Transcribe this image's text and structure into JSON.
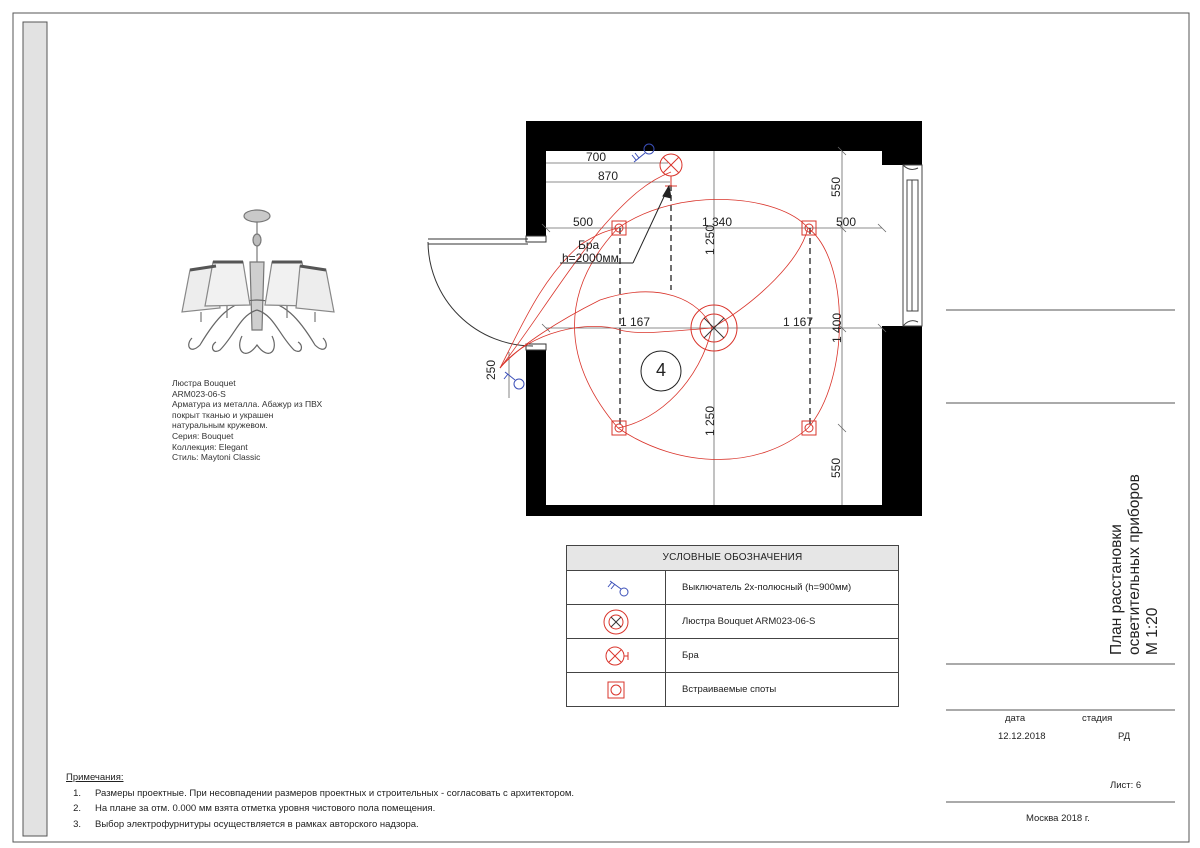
{
  "product": {
    "lines": [
      "Люстра Bouquet",
      "ARM023-06-S",
      "Арматура из металла. Абажур из ПВХ",
      "покрыт тканью и украшен",
      "натуральным кружевом.",
      "Серия: Bouquet",
      "Коллекция: Elegant",
      "Стиль: Maytoni Classic"
    ]
  },
  "plan": {
    "room_number": "4",
    "dimensions": {
      "d700": "700",
      "d870": "870",
      "d500_left": "500",
      "d1340": "1 340",
      "d500_right": "500",
      "d550_top": "550",
      "d1250_top": "1 250",
      "d1167_left": "1 167",
      "d1167_right": "1 167",
      "d1400": "1 400",
      "d1250_bottom": "1 250",
      "d550_bottom": "550",
      "d250": "250"
    },
    "callout": {
      "label": "Бра",
      "height": "h=2000мм"
    }
  },
  "legend": {
    "title": "УСЛОВНЫЕ ОБОЗНАЧЕНИЯ",
    "items": [
      {
        "icon": "switch-icon",
        "label": "Выключатель 2х-полюсный (h=900мм)"
      },
      {
        "icon": "chandelier-icon",
        "label": "Люстра Bouquet ARM023-06-S"
      },
      {
        "icon": "sconce-icon",
        "label": "Бра"
      },
      {
        "icon": "spotlight-icon",
        "label": "Встраиваемые споты"
      }
    ]
  },
  "notes": {
    "title": "Примечания:",
    "items": [
      {
        "num": "1.",
        "text": "Размеры проектные. При несовпадении размеров проектных и строительных - согласовать с архитектором."
      },
      {
        "num": "2.",
        "text": "На плане за отм. 0.000 мм взята отметка уровня чистового пола помещения."
      },
      {
        "num": "3.",
        "text": "Выбор электрофурнитуры осуществляется в рамках авторского надзора."
      }
    ]
  },
  "title_block": {
    "title_lines": [
      "План расстановки",
      "осветительных приборов",
      "М 1:20"
    ],
    "date_label": "дата",
    "stage_label": "стадия",
    "date_value": "12.12.2018",
    "stage_value": "РД",
    "sheet_label": "Лист: 6",
    "city_year": "Москва 2018 г."
  },
  "colors": {
    "fixture_red": "#d9342b",
    "switch_blue": "#3b4fb8",
    "wall_black": "#000000",
    "frame_gray": "#e0e0e0"
  }
}
